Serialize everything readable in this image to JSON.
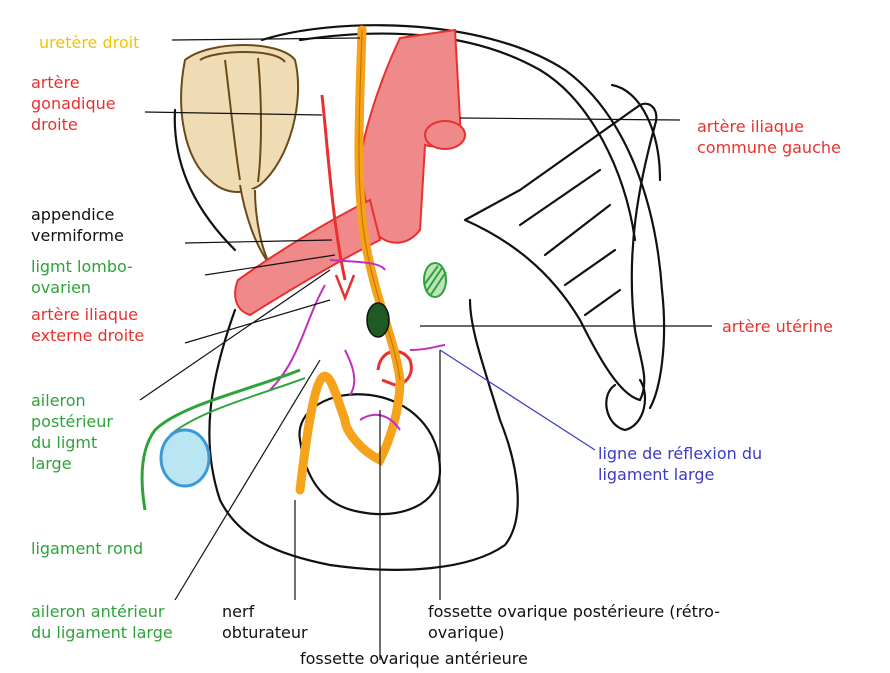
{
  "colors": {
    "red": "#e8312f",
    "yellow": "#f0c400",
    "green": "#2ea33a",
    "blue": "#3a3ac8",
    "black": "#111111",
    "artery_fill": "#f08a8a",
    "ureter_fill": "#f7a21b",
    "cecum_fill": "#f0dcb4",
    "ovary_fill": "#b9e6f2"
  },
  "labels": {
    "uretere_droit": "uretère droit",
    "artere_gonadique": "artère\ngonadique\ndroite",
    "appendice": "appendice\nvermiforme",
    "ligmt_lombo": "ligmt lombo-\novarien",
    "artere_iliaque_externe": "artère iliaque\nexterne droite",
    "aileron_posterieur": "aileron\npostérieur\ndu ligmt\nlarge",
    "ligament_rond": "ligament rond",
    "aileron_anterieur": "aileron antérieur\ndu ligament large",
    "nerf_obturateur": "nerf\nobturateur",
    "fossette_anterieure": "fossette ovarique antérieure",
    "fossette_posterieure": "fossette ovarique postérieure (rétro-\novarique)",
    "ligne_reflexion": "ligne de réflexion du\nligament large",
    "artere_uterine": "artère utérine",
    "artere_iliaque_commune": "artère iliaque\ncommune gauche"
  }
}
